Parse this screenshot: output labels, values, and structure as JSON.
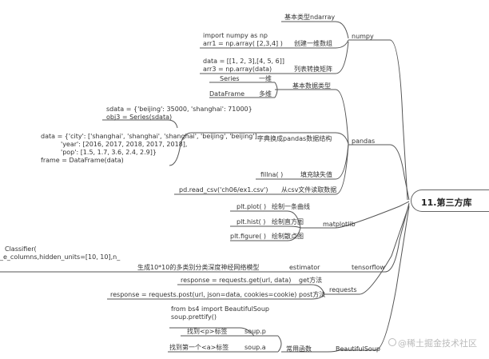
{
  "root": {
    "label": "11.第三方库"
  },
  "numpy": {
    "label": "numpy",
    "basic_type": "基本类型ndarray",
    "create_code_1": "import numpy as np",
    "create_code_2": "arr1 = np.array( [2,3,4] )",
    "create_label": "创建一维数组",
    "list_code_1": "data = [[1, 2, 3],[4, 5, 6]]",
    "list_code_2": "arr3 = np.array(data)",
    "list_label": "列表转换矩阵"
  },
  "pandas": {
    "label": "pandas",
    "basic_type": "基本数据类型",
    "series": "Series",
    "series_desc": "一维",
    "dataframe": "DataFrame",
    "dataframe_desc": "多维",
    "sdata_1": "sdata = {'beijing': 35000, 'shanghai': 71000}",
    "sdata_2": "obj3 = Series(sdata)",
    "frame_1": "data = {'city': ['shanghai', 'shanghai', 'shanghai', 'beijing', 'beijing'],",
    "frame_2": "'year': [2016, 2017, 2018, 2017, 2018],",
    "frame_3": "'pop': [1.5, 1.7, 3.6, 2.4, 2.9]}",
    "frame_4": "frame = DataFrame(data)",
    "dict_label": "字典换成pandas数据结构",
    "fillna": "fillna( )",
    "fillna_label": "填充缺失值",
    "readcsv": "pd.read_csv('ch06/ex1.csv')",
    "readcsv_label": "从csv文件读取数据"
  },
  "matplotlib": {
    "label": "matplotlib",
    "plot": "plt.plot( )",
    "plot_label": "绘制一条曲线",
    "hist": "plt.hist( )",
    "hist_label": "绘制直方图",
    "figure": "plt.figure( )",
    "figure_label": "绘制散点图"
  },
  "tensorflow": {
    "label": "tensorflow",
    "code_1": "Classifier(",
    "code_2": "_e_columns,hidden_units=[10, 10],n_",
    "desc": "生成10*10的多类别分类深度神经网络模型",
    "estimator": "estimator"
  },
  "requests": {
    "label": "requests",
    "get_code": "response = requests.get(url, data)",
    "get_label": "get方法",
    "post_code": "response = requests.post(url, json=data, cookies=cookie)",
    "post_label": "post方法"
  },
  "beautifulsoup": {
    "label": "BeautifulSoup",
    "common": "常用函数",
    "import_code": "from bs4 import BeautifulSoup",
    "prettify": "soup.prettify()",
    "find_p": "找到<p>标签",
    "soup_p": "soup.p",
    "find_a": "找到第一个<a>标签",
    "soup_a": "soup.a"
  },
  "watermark": "@稀土掘金技术社区"
}
